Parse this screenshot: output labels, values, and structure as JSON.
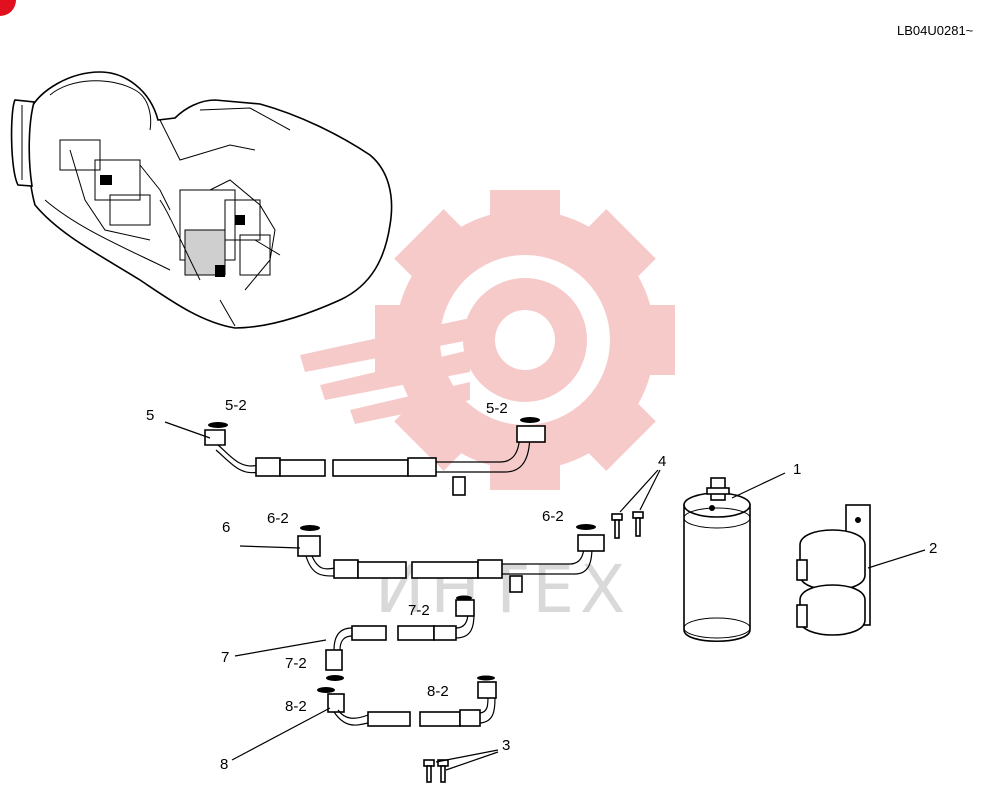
{
  "corner_badge_color": "#e0101e",
  "watermark": {
    "color": "#f6c1c1"
  },
  "diagram_code": "LB04U0281~",
  "callouts": {
    "c1": "1",
    "c2": "2",
    "c3": "3",
    "c4": "4",
    "c5": "5",
    "c5_2a": "5-2",
    "c5_2b": "5-2",
    "c6": "6",
    "c6_2a": "6-2",
    "c6_2b": "6-2",
    "c7": "7",
    "c7_2a": "7-2",
    "c7_2b": "7-2",
    "c8": "8",
    "c8_2a": "8-2",
    "c8_2b": "8-2"
  }
}
